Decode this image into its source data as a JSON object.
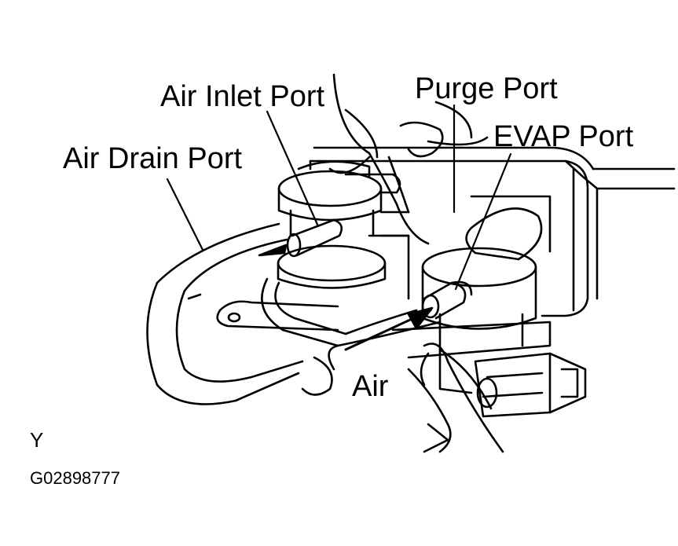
{
  "labels": {
    "air_inlet_port": "Air Inlet Port",
    "purge_port": "Purge Port",
    "evap_port": "EVAP Port",
    "air_drain_port": "Air Drain Port",
    "air": "Air",
    "view_letter": "Y",
    "figure_code": "G02898777"
  },
  "colors": {
    "ink": "#000000",
    "paper": "#ffffff"
  }
}
